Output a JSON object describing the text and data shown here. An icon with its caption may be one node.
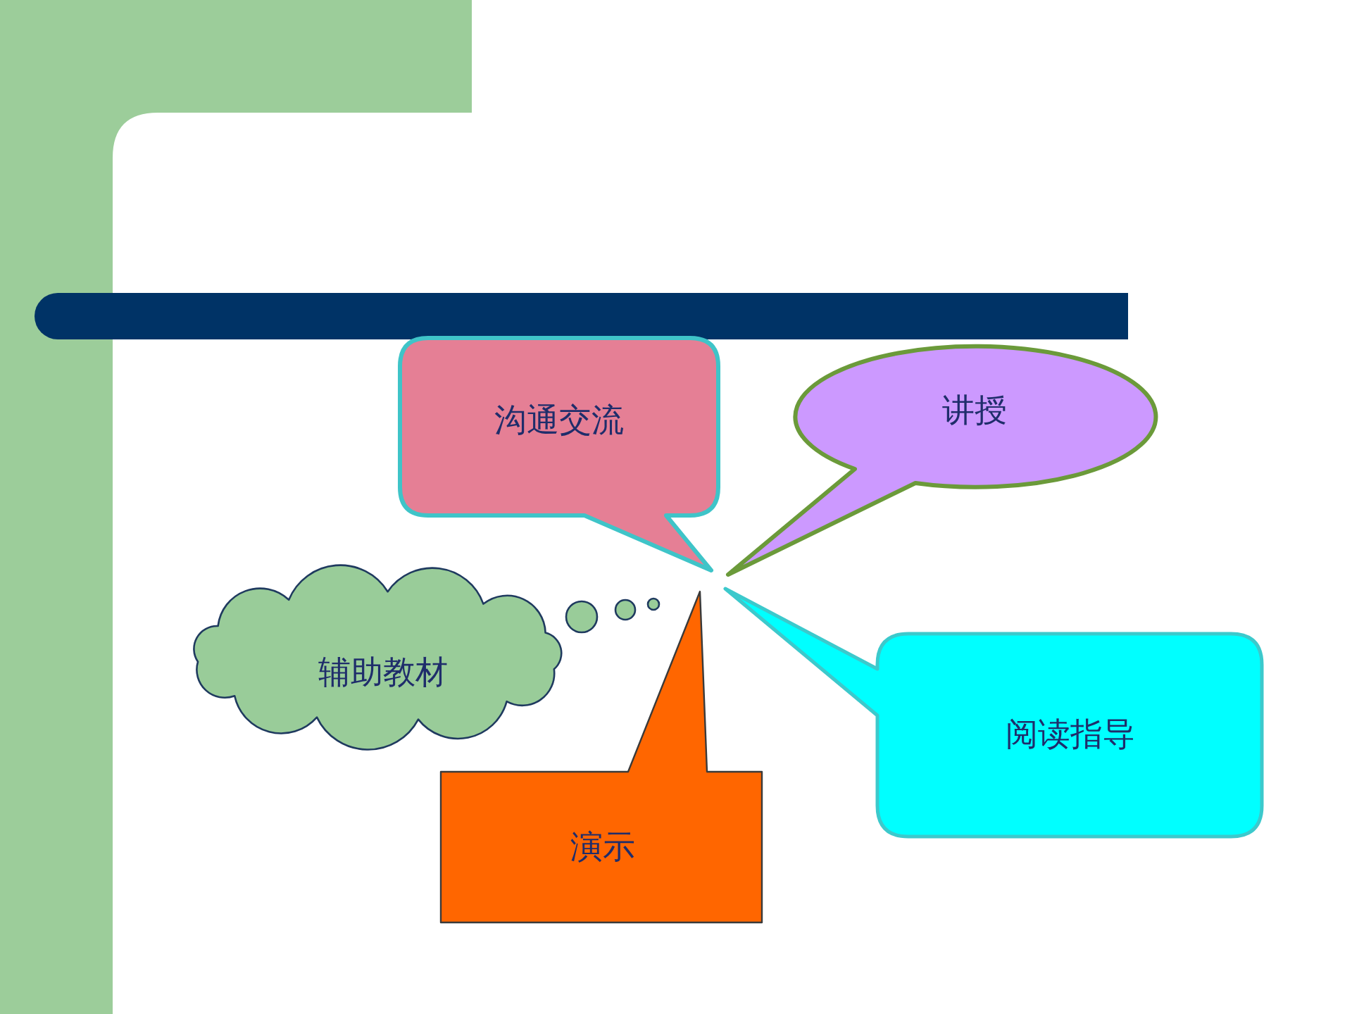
{
  "diagram": {
    "nodes": [
      {
        "text": [
          "沟通交流"
        ]
      },
      {
        "text": [
          "讲授"
        ]
      },
      {
        "text": [
          "辅助教材"
        ]
      },
      {
        "text": [
          "阅读指导"
        ]
      },
      {
        "text": [
          "演示"
        ]
      }
    ]
  }
}
